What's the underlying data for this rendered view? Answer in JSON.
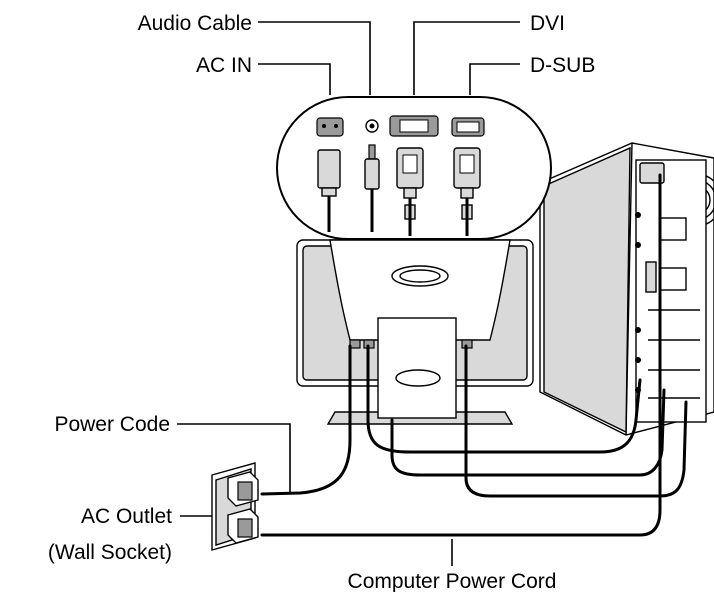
{
  "labels": {
    "audio_cable": "Audio Cable",
    "ac_in": "AC IN",
    "dvi": "DVI",
    "d_sub": "D-SUB",
    "power_code": "Power Code",
    "ac_outlet": "AC Outlet",
    "wall_socket": "(Wall Socket)",
    "computer_power_cord": "Computer Power Cord"
  }
}
